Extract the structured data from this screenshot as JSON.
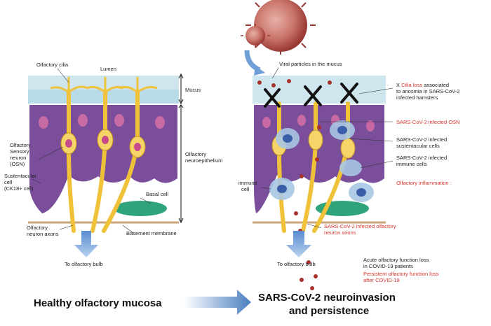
{
  "left": {
    "olfactory_cilia": "Olfactory cilia",
    "lumen": "Lumen",
    "mucus": "Mucus",
    "osn_line1": "Olfactory",
    "osn_line2": "Sensory",
    "osn_line3": "neuron",
    "osn_line4": "(OSN)",
    "neuroepithelium_line1": "Olfactory",
    "neuroepithelium_line2": "neuroepithelium",
    "sust_line1": "Sustentacular",
    "sust_line2": "cell",
    "sust_line3": "(CK18+ cell)",
    "basal_cell": "Basal cell",
    "axons_line1": "Olfactory",
    "axons_line2": "neuron axons",
    "basement_membrane": "Basement membrane",
    "to_bulb": "To olfactory bulb"
  },
  "right": {
    "viral_particles": "Viral particles in the mucus",
    "cilia_loss_prefix": "X ",
    "cilia_loss_red": "Cilia loss",
    "cilia_loss_rest": " associated",
    "cilia_loss_line2": "to anosmia in SARS-CoV-2",
    "cilia_loss_line3": "infected hamsters",
    "infected_osn": "SARS-CoV-2 infected OSN",
    "infected_sust_line1": "SARS-CoV-2 infected",
    "infected_sust_line2": "sustentacular cells",
    "infected_immune_line1": "SARS-CoV-2 infected",
    "infected_immune_line2": "immune cells",
    "inflammation": "Olfactory inflammation :",
    "immune_line1": "immune",
    "immune_line2": "cell",
    "infected_axons_line1": "SARS-CoV-2 infected olfactory",
    "infected_axons_line2": "neuron axons",
    "to_bulb": "To olfactory bulb",
    "acute_line1": "Acute olfactory function loss",
    "acute_line2": "in COVID-19 patients",
    "persistent_line1": "Persistent olfactory function loss",
    "persistent_line2": "after COVID-19"
  },
  "bottom": {
    "healthy": "Healthy olfactory mucosa",
    "neuroinvasion_line1": "SARS-CoV-2 neuroinvasion",
    "neuroinvasion_line2": "and persistence"
  },
  "colors": {
    "mucus": "#cfe6ef",
    "epithelium": "#7a4e9a",
    "neuron": "#f0c23a",
    "basal": "#2fa37a",
    "arrow": "#6f9fd6",
    "virus": "#c0392b",
    "label_red": "#d9342b"
  }
}
